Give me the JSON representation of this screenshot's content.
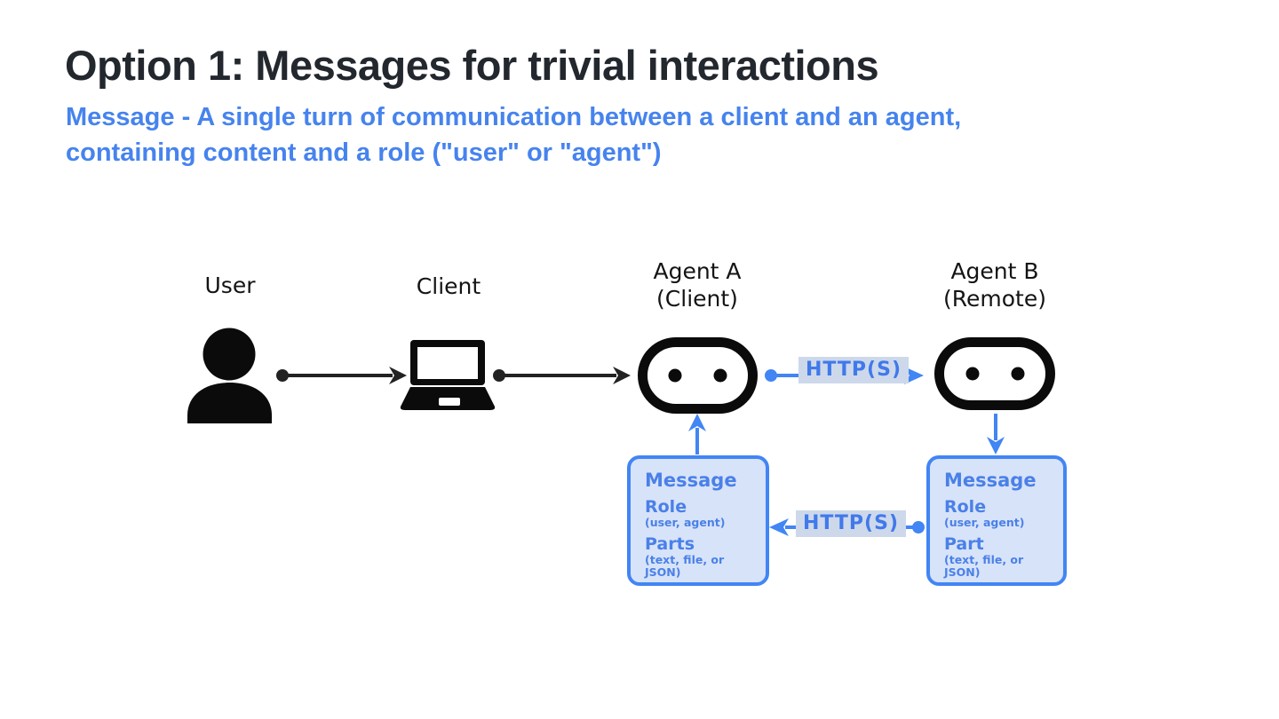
{
  "slide": {
    "title": "Option 1: Messages for trivial interactions",
    "subtitle": "Message - A single turn of communication between a client and an agent, containing content and a role (\"user\" or \"agent\")"
  },
  "colors": {
    "title_text": "#23272e",
    "subtitle_blue": "#4683ee",
    "accent_blue": "#4285f4",
    "box_fill": "#d7e3f8",
    "http_highlight": "#cdd8eb",
    "icon_black": "#0b0b0b"
  },
  "icons": {
    "user": "person-icon",
    "client": "laptop-icon",
    "agent_a": "robot-icon",
    "agent_b": "robot-icon"
  },
  "diagram": {
    "nodes": [
      {
        "id": "user",
        "label": "User",
        "sublabel": ""
      },
      {
        "id": "client",
        "label": "Client",
        "sublabel": ""
      },
      {
        "id": "agent-a",
        "label": "Agent A",
        "sublabel": "(Client)"
      },
      {
        "id": "agent-b",
        "label": "Agent B",
        "sublabel": "(Remote)"
      }
    ],
    "connections": [
      {
        "from": "user",
        "to": "client",
        "style": "black-arrow",
        "label": ""
      },
      {
        "from": "client",
        "to": "agent-a",
        "style": "black-arrow",
        "label": ""
      },
      {
        "from": "agent-a",
        "to": "agent-b",
        "style": "blue-arrow",
        "label": "HTTP(S)"
      },
      {
        "from": "message-box-b",
        "to": "message-box-a",
        "style": "blue-arrow",
        "label": "HTTP(S)"
      },
      {
        "from": "message-box-a",
        "to": "agent-a",
        "style": "blue-arrow-up",
        "label": ""
      },
      {
        "from": "agent-b",
        "to": "message-box-b",
        "style": "blue-arrow-down",
        "label": ""
      }
    ],
    "http_top_label": "HTTP(S)",
    "http_bottom_label": "HTTP(S)",
    "message_box_a": {
      "title": "Message",
      "fields": [
        {
          "name": "Role",
          "detail": "(user, agent)"
        },
        {
          "name": "Parts",
          "detail": "(text, file, or JSON)"
        }
      ]
    },
    "message_box_b": {
      "title": "Message",
      "fields": [
        {
          "name": "Role",
          "detail": "(user, agent)"
        },
        {
          "name": "Part",
          "detail": "(text, file, or JSON)"
        }
      ]
    }
  }
}
